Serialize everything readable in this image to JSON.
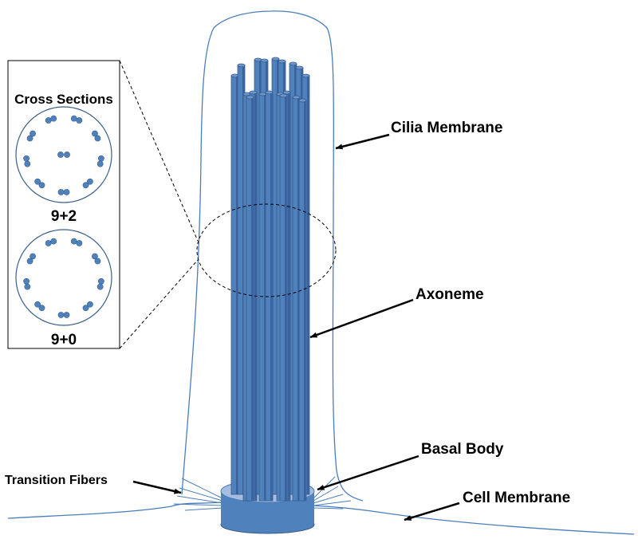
{
  "labels": {
    "cilia_membrane": "Cilia Membrane",
    "axoneme": "Axoneme",
    "basal_body": "Basal Body",
    "transition_fibers": "Transition Fibers",
    "cell_membrane": "Cell Membrane"
  },
  "inset": {
    "title": "Cross Sections",
    "section_92": "9+2",
    "section_90": "9+0"
  },
  "colors": {
    "membrane": "#4a7ebb",
    "tube_fill": "#4f81bd",
    "tube_dark": "#3a64a0",
    "tube_stroke": "#385d8a",
    "basal_top": "#a6bddf"
  }
}
